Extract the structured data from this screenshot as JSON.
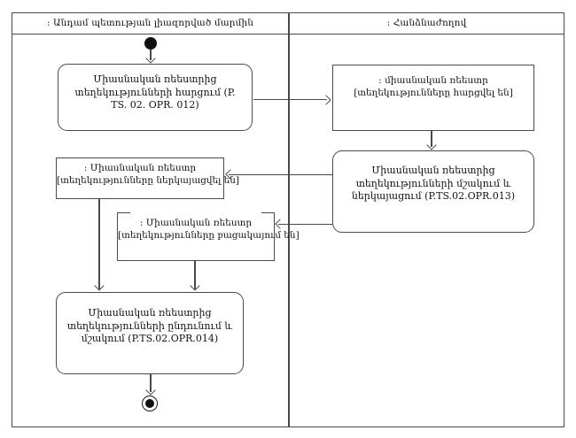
{
  "colors": {
    "line": "#4a4a4a",
    "background": "#ffffff",
    "text": "#111111"
  },
  "lanes": [
    {
      "label": ": Անդամ պետության լիազորված մարմին"
    },
    {
      "label": ": Հանձնաժողով"
    }
  ],
  "nodes": {
    "activity_request": {
      "label": "Միասնական ռեեստրից տեղեկությունների հարցում (P. TS. 02. OPR. 012)"
    },
    "object_requested": {
      "name": ": միասնական ռեեստր",
      "state": "[տեղեկությունները հարցվել են]"
    },
    "activity_process": {
      "label": "Միասնական ռեեստրից տեղեկությունների մշակում և ներկայացում (P.TS.02.OPR.013)"
    },
    "object_presented": {
      "name": ": Միասնական ռեեստր",
      "state": "[տեղեկությունները ներկայացվել են]"
    },
    "object_missing": {
      "name": ": Միասնական ռեեստր",
      "state": "[տեղեկությունները բացակայում են]"
    },
    "activity_receive": {
      "label": "Միասնական ռեեստրից տեղեկությունների ընդունում և մշակում (P.TS.02.OPR.014)"
    }
  }
}
